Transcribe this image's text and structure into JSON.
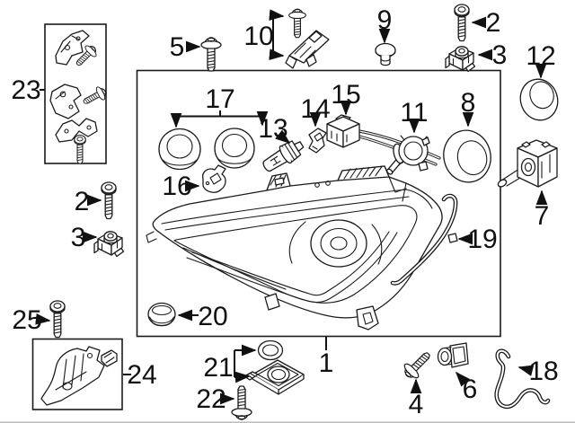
{
  "diagram": {
    "bg_color": "#ffffff",
    "line_color": "#1a1a1a",
    "callouts": {
      "c1": "1",
      "c2_top": "2",
      "c2_left": "2",
      "c3_top": "3",
      "c3_left": "3",
      "c4": "4",
      "c5": "5",
      "c6": "6",
      "c7": "7",
      "c8": "8",
      "c9": "9",
      "c10": "10",
      "c11": "11",
      "c12": "12",
      "c13": "13",
      "c14": "14",
      "c15": "15",
      "c16": "16",
      "c17": "17",
      "c18": "18",
      "c19": "19",
      "c20": "20",
      "c21": "21",
      "c22": "22",
      "c23": "23",
      "c24": "24",
      "c25": "25"
    }
  }
}
